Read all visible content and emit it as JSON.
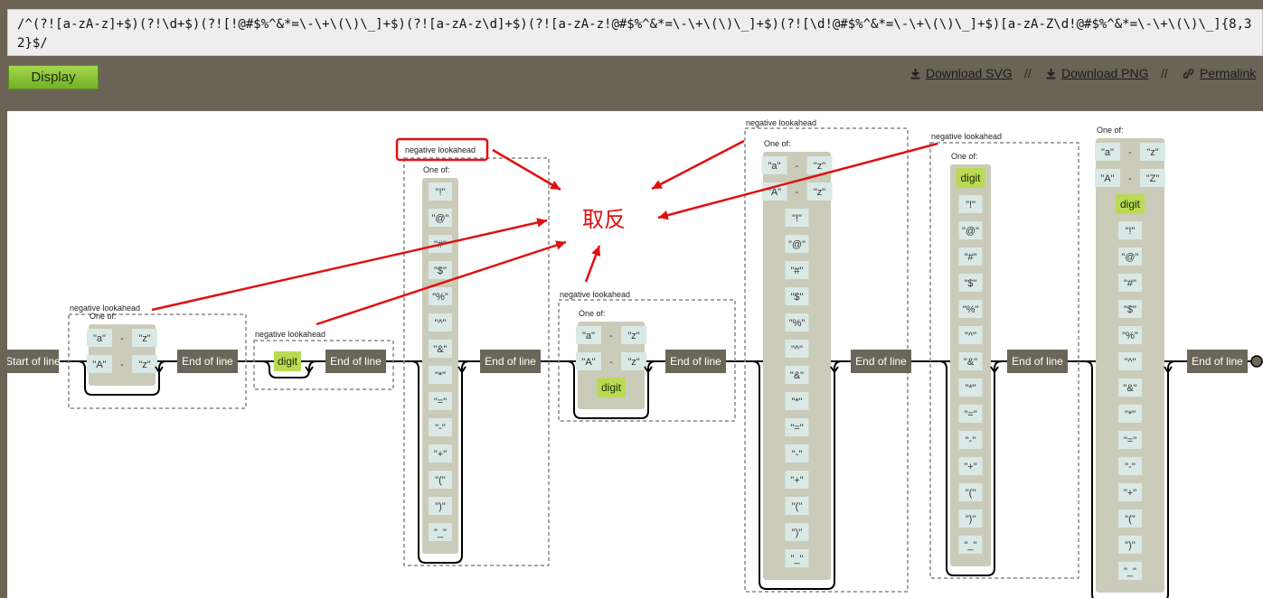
{
  "regex": {
    "value": "/^(?![a-zA-z]+$)(?!\\d+$)(?![!@#$%^&*=\\-\\+\\(\\)\\_]+$)(?![a-zA-z\\d]+$)(?![a-zA-z!@#$%^&*=\\-\\+\\(\\)\\_]+$)(?![\\d!@#$%^&*=\\-\\+\\(\\)\\_]+$)[a-zA-Z\\d!@#$%^&*=\\-\\+\\(\\)\\_]{8,32}$/"
  },
  "toolbar": {
    "display_label": "Display",
    "download_svg": "Download SVG",
    "download_png": "Download PNG",
    "permalink": "Permalink",
    "separator": "//"
  },
  "diagram": {
    "start_label": "Start of line",
    "end_label": "End of line",
    "lookahead_label": "negative lookahead",
    "one_of_label": "One of:",
    "digit_label": "digit",
    "annotation": "取反",
    "groups": [
      {
        "items": [
          [
            "\"a\"",
            "\"z\""
          ],
          [
            "\"A\"",
            "\"z\""
          ]
        ]
      },
      {
        "items": [
          "digit"
        ]
      },
      {
        "items": [
          "\"!\"",
          "\"@\"",
          "\"#\"",
          "\"$\"",
          "\"%\"",
          "\"^\"",
          "\"&\"",
          "\"*\"",
          "\"=\"",
          "\"-\"",
          "\"+\"",
          "\"(\"",
          "\")\"",
          "\"_\""
        ]
      },
      {
        "items": [
          [
            "\"a\"",
            "\"z\""
          ],
          [
            "\"A\"",
            "\"z\""
          ],
          "digit"
        ]
      },
      {
        "items": [
          [
            "\"a\"",
            "\"z\""
          ],
          [
            "\"A\"",
            "\"z\""
          ],
          "\"!\"",
          "\"@\"",
          "\"#\"",
          "\"$\"",
          "\"%\"",
          "\"^\"",
          "\"&\"",
          "\"*\"",
          "\"=\"",
          "\"-\"",
          "\"+\"",
          "\"(\"",
          "\")\"",
          "\"_\""
        ]
      },
      {
        "items": [
          "digit",
          "\"!\"",
          "\"@\"",
          "\"#\"",
          "\"$\"",
          "\"%\"",
          "\"^\"",
          "\"&\"",
          "\"*\"",
          "\"=\"",
          "\"-\"",
          "\"+\"",
          "\"(\"",
          "\")\"",
          "\"_\""
        ]
      },
      {
        "items": [
          [
            "\"a\"",
            "\"z\""
          ],
          [
            "\"A\"",
            "\"Z\""
          ],
          "digit",
          "\"!\"",
          "\"@\"",
          "\"#\"",
          "\"$\"",
          "\"%\"",
          "\"^\"",
          "\"&\"",
          "\"*\"",
          "\"=\"",
          "\"-\"",
          "\"+\"",
          "\"(\"",
          "\")\"",
          "\"_\""
        ]
      }
    ]
  },
  "colors": {
    "page_bg": "#6b6355",
    "terminal": "#6b6659",
    "char_class_bg": "#cbcbba",
    "literal_bg": "#dae9e5",
    "digit_bg": "#bada55",
    "annotation": "#e01010"
  }
}
